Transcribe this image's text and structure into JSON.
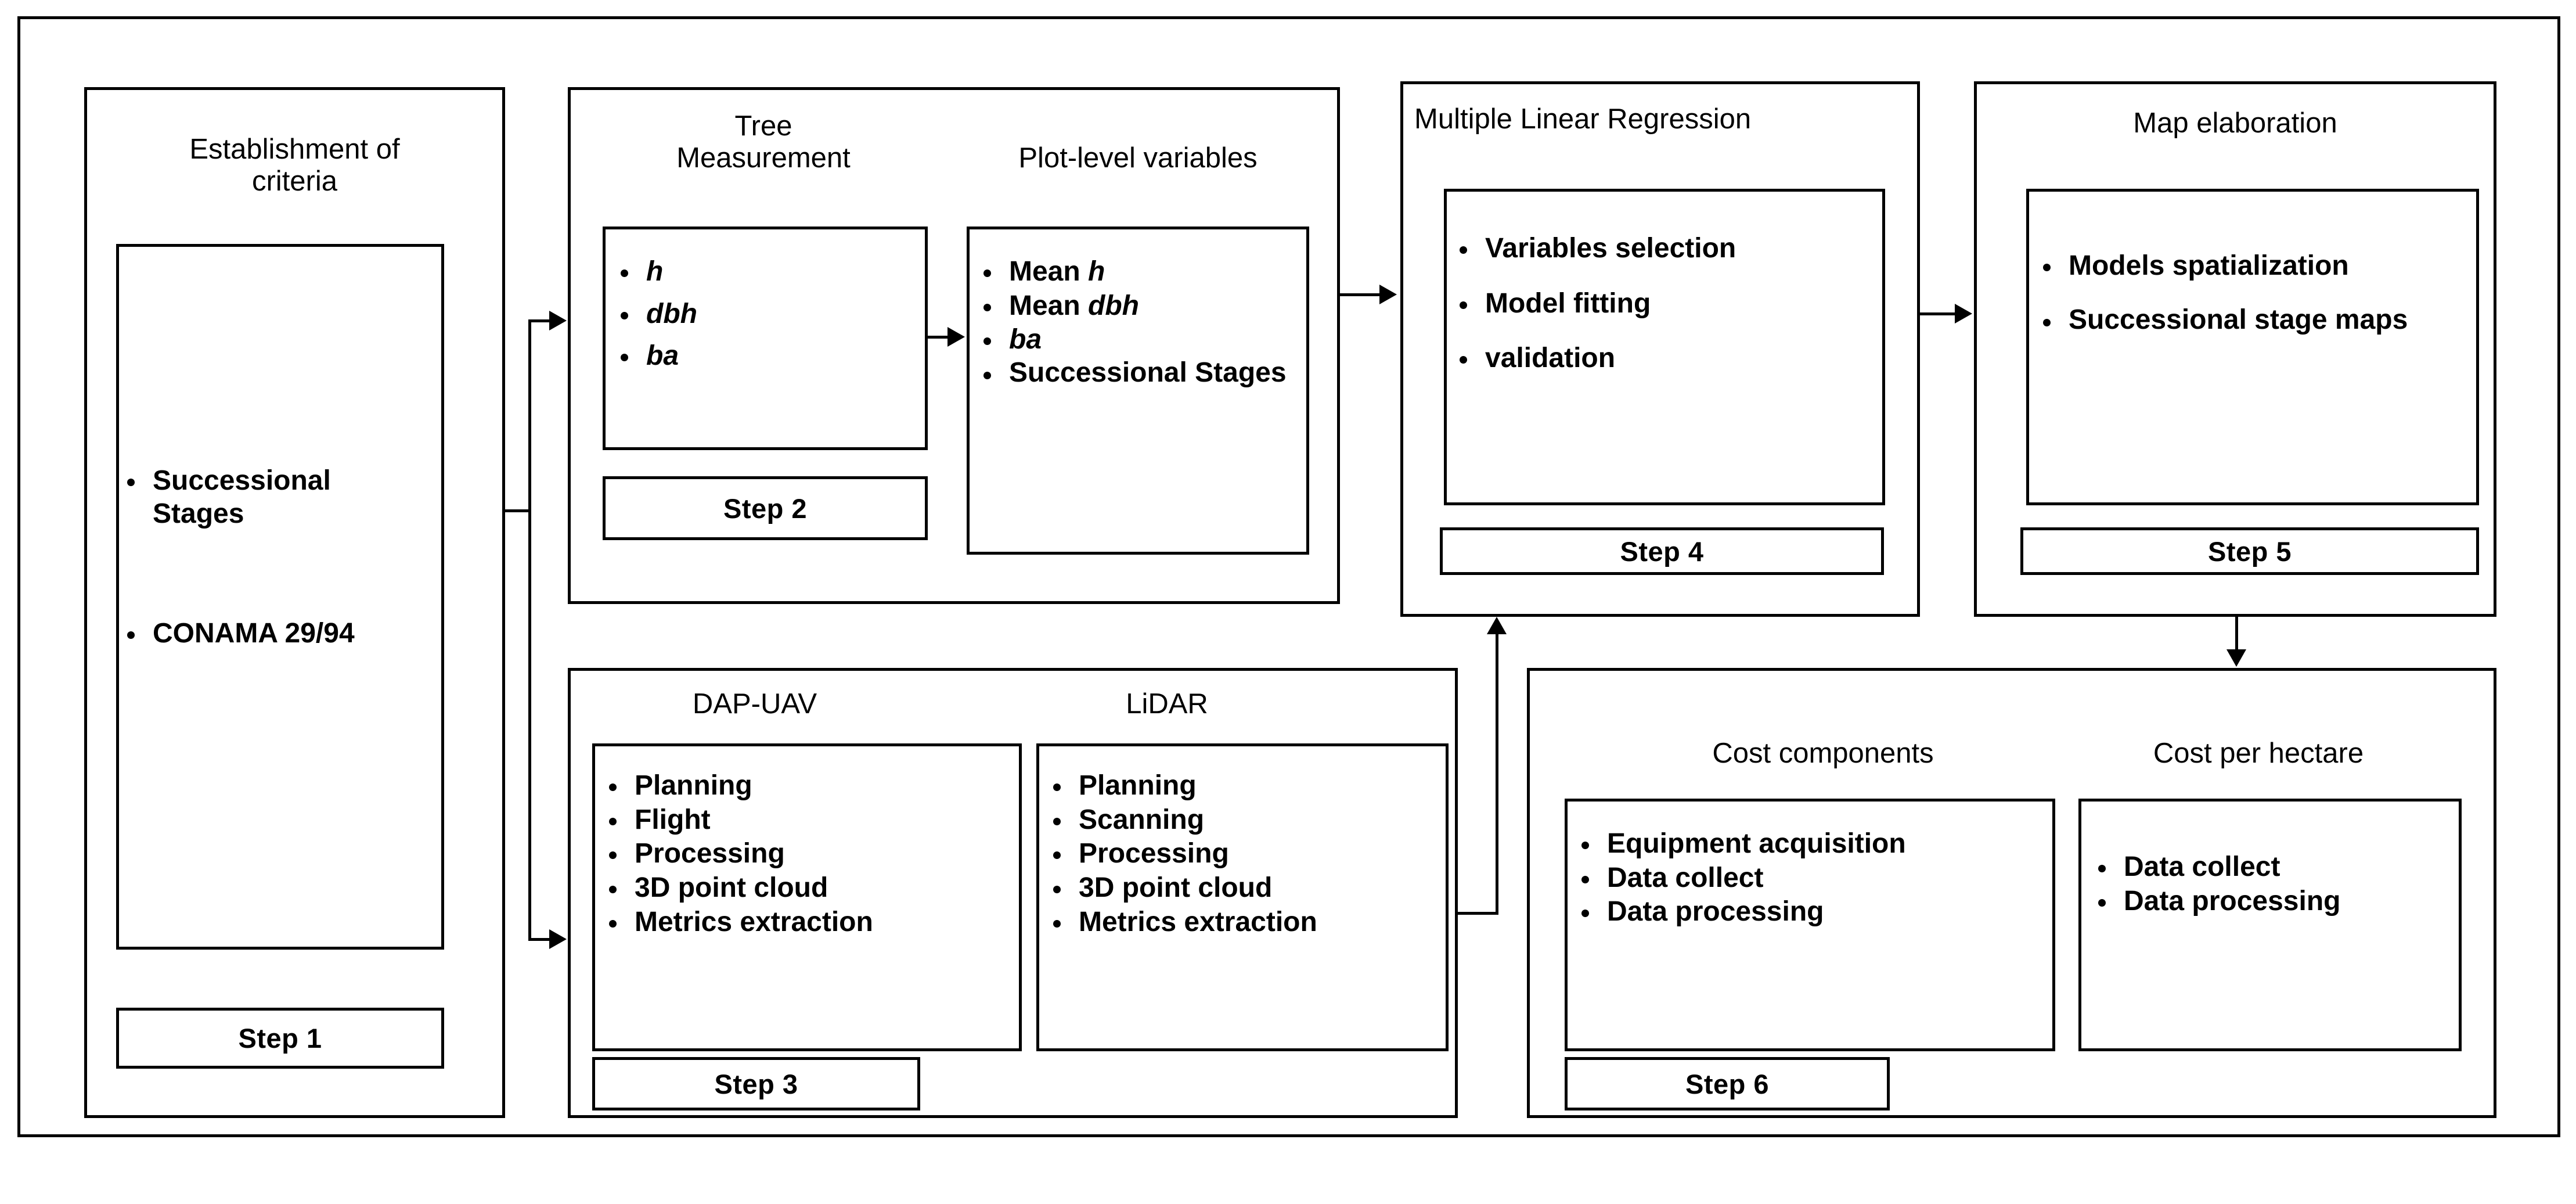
{
  "figure": {
    "type": "flowchart",
    "title": "Forest successional stage mapping workflow",
    "orientation": "left-to-right, 6 sequential steps"
  },
  "steps": [
    {
      "id": "step1",
      "tag": "Step 1",
      "heading": "Establishment of\ncriteria",
      "boxes": [
        {
          "title": "",
          "items": [
            "Successional\nStages",
            "CONAMA 29/94"
          ]
        }
      ]
    },
    {
      "id": "step2",
      "tag": "Step 2",
      "heading": "",
      "boxes": [
        {
          "title": "Tree\nMeasurement",
          "items": [
            "h",
            "dbh",
            "ba"
          ],
          "italic_items": true
        },
        {
          "title": "Plot-level variables",
          "items": [
            "Mean h",
            "Mean dbh",
            "ba",
            "Successional Stages"
          ]
        }
      ]
    },
    {
      "id": "step3",
      "tag": "Step 3",
      "heading": "",
      "boxes": [
        {
          "title": "DAP-UAV",
          "items": [
            "Planning",
            "Flight",
            "Processing",
            "3D point cloud",
            "Metrics extraction"
          ]
        },
        {
          "title": "LiDAR",
          "items": [
            "Planning",
            "Scanning",
            "Processing",
            "3D point cloud",
            "Metrics extraction"
          ]
        }
      ]
    },
    {
      "id": "step4",
      "tag": "Step 4",
      "heading": "Multiple Linear Regression",
      "boxes": [
        {
          "title": "",
          "items": [
            "Variables selection",
            "Model fitting",
            "validation"
          ]
        }
      ]
    },
    {
      "id": "step5",
      "tag": "Step 5",
      "heading": "Map elaboration",
      "boxes": [
        {
          "title": "",
          "items": [
            "Models spatialization",
            "Successional stage maps"
          ]
        }
      ]
    },
    {
      "id": "step6",
      "tag": "Step 6",
      "heading": "",
      "boxes": [
        {
          "title": "Cost components",
          "items": [
            "Equipment acquisition",
            "Data collect",
            "Data processing"
          ]
        },
        {
          "title": "Cost per hectare",
          "items": [
            "Data collect",
            "Data processing"
          ]
        }
      ]
    }
  ],
  "labels": {
    "step1_heading": "Establishment of\ncriteria",
    "step1_tag": "Step 1",
    "step1_b1": "Successional\nStages",
    "step1_b2": "CONAMA 29/94",
    "step2_tag": "Step 2",
    "tree_title": "Tree\nMeasurement",
    "tree_i1": "h",
    "tree_i2": "dbh",
    "tree_i3": "ba",
    "plot_title": "Plot-level variables",
    "plot_i1_pre": "Mean ",
    "plot_i1_var": "h",
    "plot_i2_pre": "Mean ",
    "plot_i2_var": "dbh",
    "plot_i3": "ba",
    "plot_i4": "Successional Stages",
    "step3_tag": "Step 3",
    "dap_title": "DAP-UAV",
    "dap_i1": "Planning",
    "dap_i2": "Flight",
    "dap_i3": "Processing",
    "dap_i4": "3D point cloud",
    "dap_i5": "Metrics extraction",
    "lidar_title": "LiDAR",
    "lidar_i1": "Planning",
    "lidar_i2": "Scanning",
    "lidar_i3": "Processing",
    "lidar_i4": "3D point cloud",
    "lidar_i5": "Metrics extraction",
    "step4_tag": "Step 4",
    "step4_heading": "Multiple Linear Regression",
    "step4_i1": "Variables selection",
    "step4_i2": "Model fitting",
    "step4_i3": "validation",
    "step5_tag": "Step 5",
    "step5_heading": "Map elaboration",
    "step5_i1": "Models spatialization",
    "step5_i2": "Successional stage maps",
    "step6_tag": "Step 6",
    "cost_comp_title": "Cost components",
    "cost_comp_i1": "Equipment acquisition",
    "cost_comp_i2": "Data collect",
    "cost_comp_i3": "Data processing",
    "cost_ha_title": "Cost per hectare",
    "cost_ha_i1": "Data collect",
    "cost_ha_i2": "Data processing"
  },
  "colors": {
    "stroke": "#000000",
    "background": "#ffffff"
  }
}
